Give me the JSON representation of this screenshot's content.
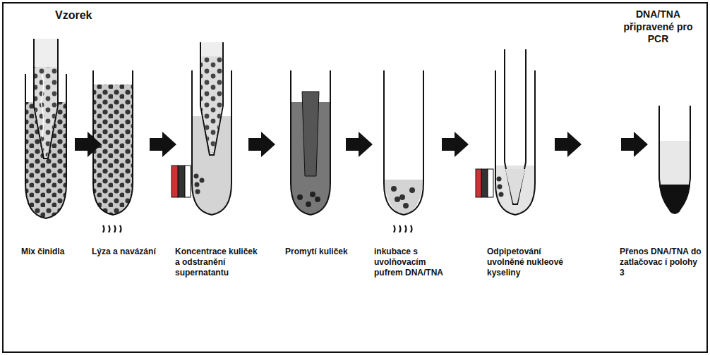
{
  "diagram": {
    "labels": [
      "Vzorek",
      "DNA/TNA připravené pro PCR",
      "Mix činidla",
      "Lýza a navázání",
      "Koncentrace kuliček a odstranění supernatantu",
      "Promytí kuliček",
      "inkubace s uvolňovacím pufrem DNA/TNA",
      "Odpipetování uvolněné nukleové kyseliny",
      "Přenos DNA/TNA do zatlačovac í polohy 3"
    ]
  }
}
